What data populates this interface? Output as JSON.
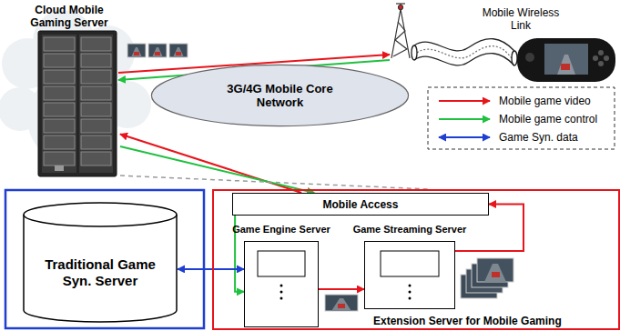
{
  "diagram": {
    "nodes": [
      {
        "text": [
          "Cloud Mobile Gaming Server"
        ]
      },
      {
        "text": [
          "3G/4G Mobile Core Network"
        ]
      },
      {
        "text": [
          "Traditional Game Syn. Server"
        ]
      },
      {
        "text": [
          "Extension Server for Mobile Gaming"
        ]
      },
      {
        "text": [
          "Mobile Access"
        ],
        "in": 3
      },
      {
        "text": [
          "Game Engine Server"
        ],
        "in": 3
      },
      {
        "text": [
          "Game Streaming Server"
        ],
        "in": 3
      }
    ],
    "edges": [
      {
        "from": 4,
        "to": 0,
        "arrow": "to"
      },
      {
        "from": 0,
        "to": 4,
        "arrow": "to"
      },
      {
        "from": 0,
        "to": 3,
        "arrow": "none"
      },
      {
        "from": 4,
        "to": 5,
        "arrow": "to"
      },
      {
        "from": 5,
        "to": 6,
        "arrow": "to"
      },
      {
        "from": 6,
        "to": 4,
        "arrow": "to"
      },
      {
        "from": 2,
        "to": 5,
        "arrow": "both"
      }
    ],
    "labels": [
      "Mobile Wireless Link"
    ],
    "legend": [
      {
        "text": "Mobile game video"
      },
      {
        "text": "Mobile game control"
      },
      {
        "text": "Game Syn. data"
      }
    ]
  }
}
